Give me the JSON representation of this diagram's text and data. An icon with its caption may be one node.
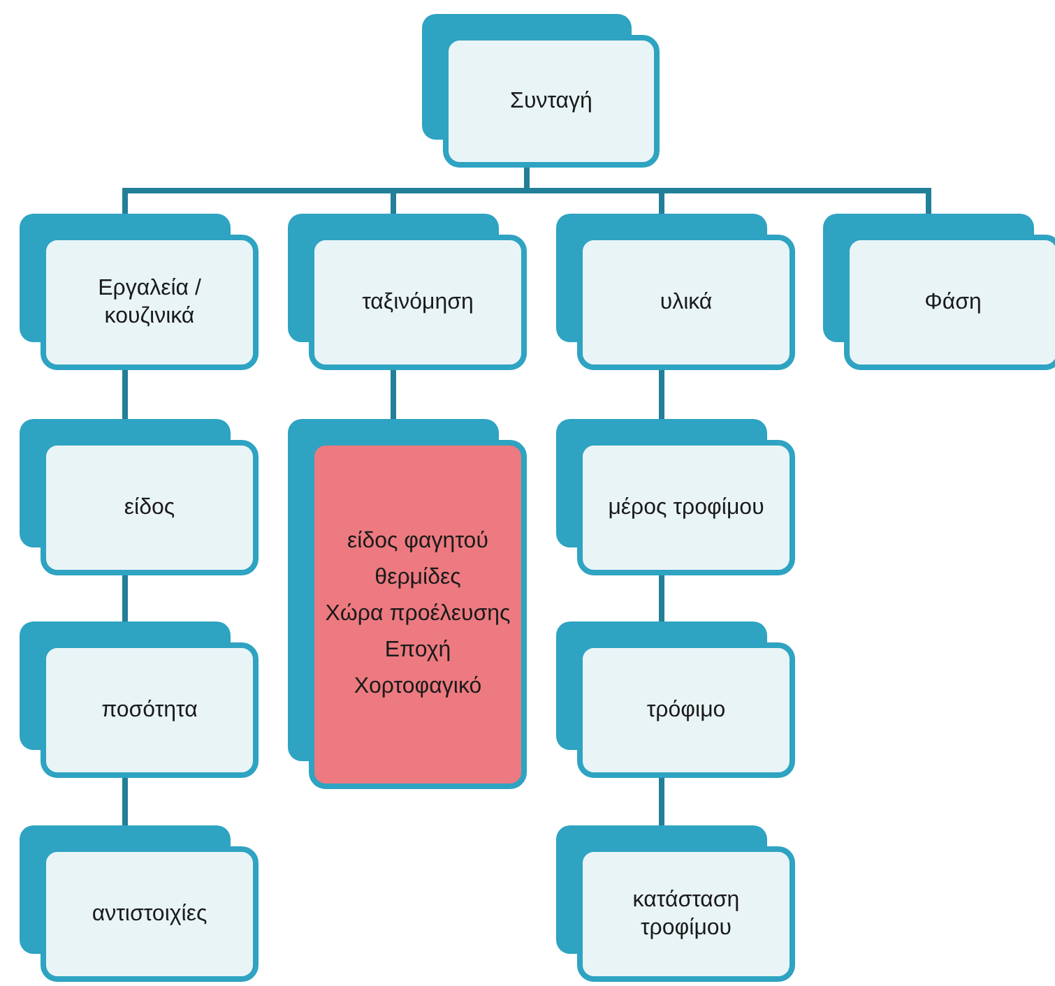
{
  "diagram": {
    "nodes": [
      {
        "text": [
          "Συνταγή"
        ]
      },
      {
        "text": [
          "Εργαλεία / κουζινικά"
        ]
      },
      {
        "text": [
          "ταξινόμηση"
        ]
      },
      {
        "text": [
          "υλικά"
        ]
      },
      {
        "text": [
          "Φάση"
        ]
      },
      {
        "text": [
          "είδος"
        ]
      },
      {
        "text": [
          "ποσότητα"
        ]
      },
      {
        "text": [
          "αντιστοιχίες"
        ]
      },
      {
        "text": [
          "είδος φαγητού",
          "θερμίδες",
          "Χώρα προέλευσης",
          "Εποχή",
          "Χορτοφαγικό"
        ]
      },
      {
        "text": [
          "μέρος τροφίμου"
        ]
      },
      {
        "text": [
          "τρόφιμο"
        ]
      },
      {
        "text": [
          "κατάσταση τροφίμου"
        ]
      }
    ],
    "edges": [
      {
        "from": 0,
        "to": 1,
        "arrow": "none"
      },
      {
        "from": 0,
        "to": 2,
        "arrow": "none"
      },
      {
        "from": 0,
        "to": 3,
        "arrow": "none"
      },
      {
        "from": 0,
        "to": 4,
        "arrow": "none"
      },
      {
        "from": 1,
        "to": 5,
        "arrow": "none"
      },
      {
        "from": 5,
        "to": 6,
        "arrow": "none"
      },
      {
        "from": 6,
        "to": 7,
        "arrow": "none"
      },
      {
        "from": 2,
        "to": 8,
        "arrow": "none"
      },
      {
        "from": 3,
        "to": 9,
        "arrow": "none"
      },
      {
        "from": 9,
        "to": 10,
        "arrow": "none"
      },
      {
        "from": 10,
        "to": 11,
        "arrow": "none"
      }
    ]
  }
}
